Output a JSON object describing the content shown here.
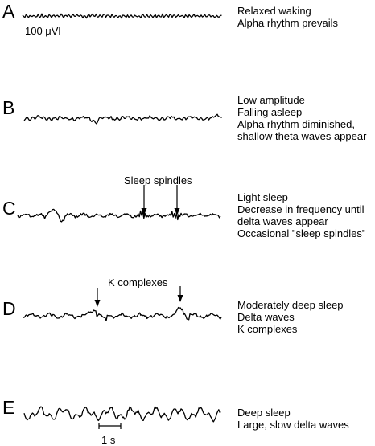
{
  "panels": [
    {
      "letter": "A",
      "lines": [
        "Relaxed waking",
        "Alpha rhythm prevails"
      ]
    },
    {
      "letter": "B",
      "lines": [
        "Low amplitude",
        "Falling asleep",
        "Alpha rhythm diminished,",
        "shallow theta waves appear"
      ]
    },
    {
      "letter": "C",
      "lines": [
        "Light sleep",
        "Decrease in frequency until",
        "delta waves appear",
        "Occasional \"sleep spindles\""
      ]
    },
    {
      "letter": "D",
      "lines": [
        "Moderately deep sleep",
        "Delta waves",
        "K complexes"
      ]
    },
    {
      "letter": "E",
      "lines": [
        "Deep sleep",
        "Large, slow delta waves"
      ]
    }
  ],
  "scale_bars": {
    "amplitude": "100 μVl",
    "time": "1 s"
  },
  "annotations": {
    "spindles": "Sleep spindles",
    "k_complexes": "K complexes"
  }
}
